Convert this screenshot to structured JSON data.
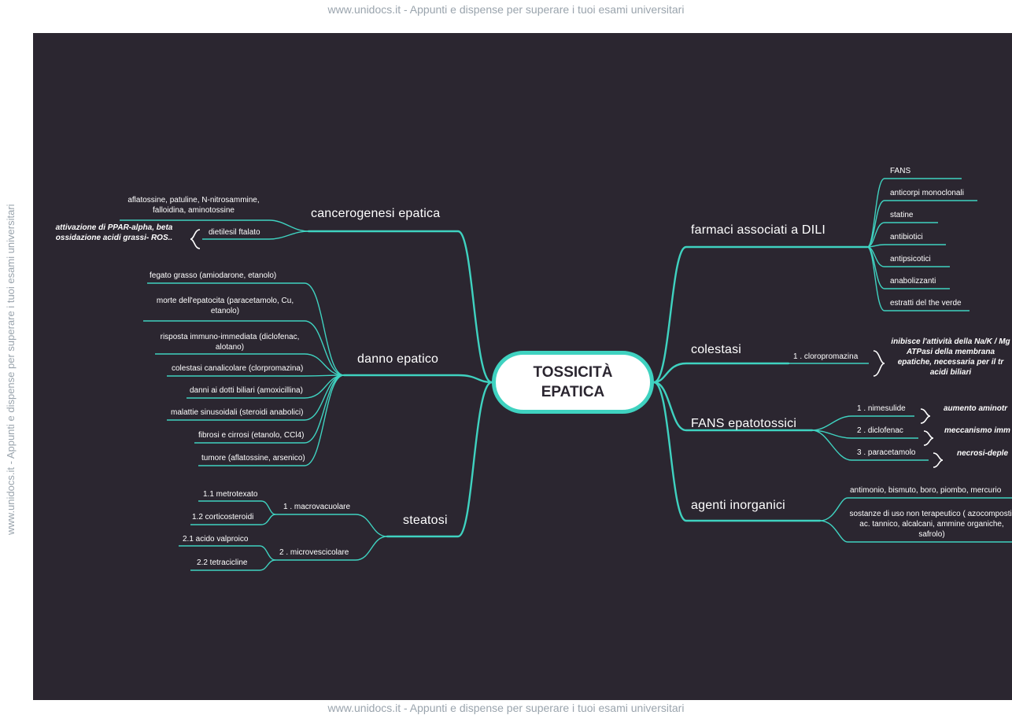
{
  "watermark": {
    "top": "www.unidocs.it - Appunti e dispense per superare i tuoi esami universitari",
    "bottom": "www.unidocs.it - Appunti e dispense per superare i tuoi esami universitari",
    "side": "www.unidocs.it - Appunti e dispense per superare i tuoi esami universitari"
  },
  "colors": {
    "background": "#2b2630",
    "link": "#3fd2c0",
    "center_fill": "#ffffff"
  },
  "center": {
    "line1": "TOSSICITÀ",
    "line2": "EPATICA"
  },
  "left": {
    "cancerogenesi": {
      "label": "cancerogenesi epatica",
      "items": [
        "aflatossine, patuline, N-nitrosammine, falloidina, aminotossine",
        "dietilesil ftalato"
      ],
      "note": "attivazione di PPAR-alpha, beta ossidazione acidi grassi- ROS.."
    },
    "danno": {
      "label": "danno epatico",
      "items": [
        "fegato grasso (amiodarone, etanolo)",
        "morte dell'epatocita (paracetamolo, Cu, etanolo)",
        "risposta immuno-immediata (diclofenac, alotano)",
        "colestasi canalicolare (clorpromazina)",
        "danni ai dotti biliari (amoxicillina)",
        "malattie sinusoidali (steroidi anabolici)",
        "fibrosi e cirrosi (etanolo, CCl4)",
        "tumore (aflatossine, arsenico)"
      ]
    },
    "steatosi": {
      "label": "steatosi",
      "macro": {
        "label": "1 .  macrovacuolare",
        "items": [
          "1.1  metrotexato",
          "1.2  corticosteroidi"
        ]
      },
      "micro": {
        "label": "2 .  microvescicolare",
        "items": [
          "2.1  acido valproico",
          "2.2  tetracicline"
        ]
      }
    }
  },
  "right": {
    "farmaci": {
      "label": "farmaci associati a DILI",
      "items": [
        "FANS",
        "anticorpi monoclonali",
        "statine",
        "antibiotici",
        "antipsicotici",
        "anabolizzanti",
        "estratti del the verde"
      ]
    },
    "colestasi": {
      "label": "colestasi",
      "item": "1 .  cloropromazina",
      "note": "inibisce l'attività della Na/K / Mg ATPasi della membrana epatiche, necessaria per il tr acidi biliari"
    },
    "fans": {
      "label": "FANS epatotossici",
      "items": [
        "1 .  nimesulide",
        "2 .  diclofenac",
        "3 .  paracetamolo"
      ],
      "notes": [
        "aumento aminotr",
        "meccanismo imm",
        "necrosi-deple"
      ]
    },
    "inorganici": {
      "label": "agenti inorganici",
      "items": [
        "antimonio, bismuto, boro, piombo, mercurio",
        "sostanze di uso non terapeutico ( azocomposti, ac. tannico, alcalcani, ammine organiche, safrolo)"
      ]
    }
  }
}
